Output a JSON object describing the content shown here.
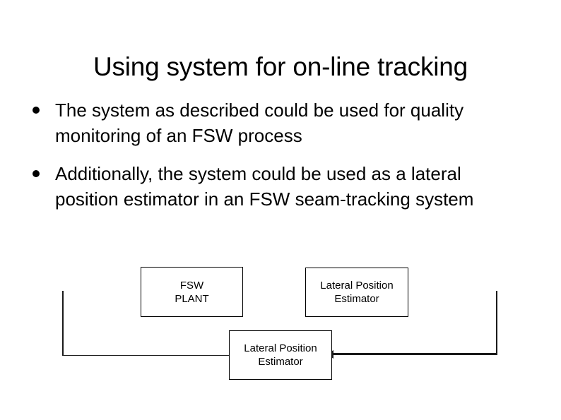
{
  "slide": {
    "title": "Using system for on-line tracking",
    "bullets": [
      {
        "text": "The system as described could be used for quality monitoring of an FSW process"
      },
      {
        "text": "Additionally, the system could be used as a lateral position estimator in an FSW seam-tracking system"
      }
    ],
    "diagram": {
      "boxes": [
        {
          "id": "plant",
          "label": "FSW\nPLANT"
        },
        {
          "id": "estimator_top",
          "label": "Lateral Position\nEstimator"
        },
        {
          "id": "estimator_bottom",
          "label": "Lateral Position\nEstimator"
        }
      ],
      "connectors": [
        {
          "id": "feedback_left",
          "style": "plain"
        },
        {
          "id": "feedback_right",
          "style": "arrow-left"
        }
      ]
    },
    "colors": {
      "background": "#ffffff",
      "text": "#000000",
      "line": "#1a1a1a"
    }
  }
}
